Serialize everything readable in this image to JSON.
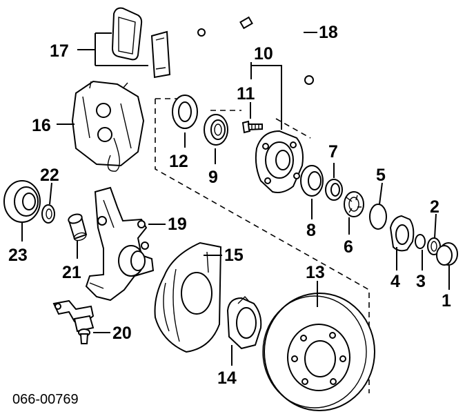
{
  "diagram": {
    "reference_number": "066-00769",
    "callouts": {
      "c1": "1",
      "c2": "2",
      "c3": "3",
      "c4": "4",
      "c5": "5",
      "c6": "6",
      "c7": "7",
      "c8": "8",
      "c9": "9",
      "c10": "10",
      "c11": "11",
      "c12": "12",
      "c13": "13",
      "c14": "14",
      "c15": "15",
      "c16": "16",
      "c17": "17",
      "c18": "18",
      "c19": "19",
      "c20": "20",
      "c21": "21",
      "c22": "22",
      "c23": "23"
    }
  }
}
